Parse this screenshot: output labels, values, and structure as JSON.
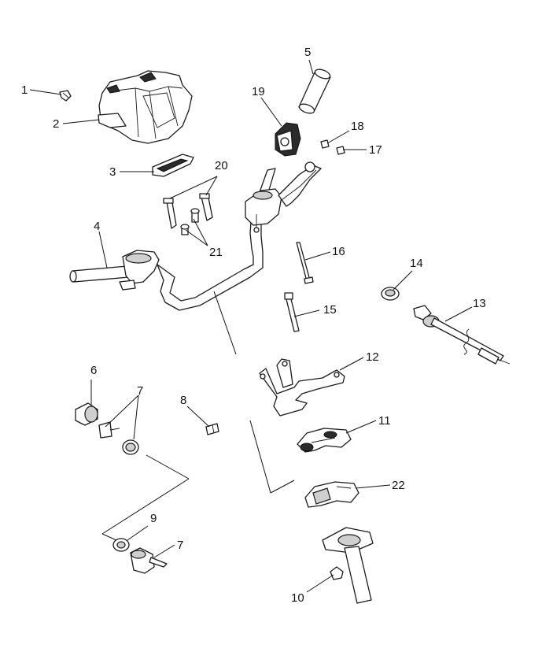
{
  "callouts": [
    {
      "id": "1",
      "label": "1"
    },
    {
      "id": "2",
      "label": "2"
    },
    {
      "id": "3",
      "label": "3"
    },
    {
      "id": "4",
      "label": "4"
    },
    {
      "id": "5",
      "label": "5"
    },
    {
      "id": "6",
      "label": "6"
    },
    {
      "id": "7a",
      "label": "7"
    },
    {
      "id": "7b",
      "label": "7"
    },
    {
      "id": "8",
      "label": "8"
    },
    {
      "id": "9",
      "label": "9"
    },
    {
      "id": "10",
      "label": "10"
    },
    {
      "id": "11",
      "label": "11"
    },
    {
      "id": "12",
      "label": "12"
    },
    {
      "id": "13",
      "label": "13"
    },
    {
      "id": "14",
      "label": "14"
    },
    {
      "id": "15",
      "label": "15"
    },
    {
      "id": "16",
      "label": "16"
    },
    {
      "id": "17",
      "label": "17"
    },
    {
      "id": "18",
      "label": "18"
    },
    {
      "id": "19",
      "label": "19"
    },
    {
      "id": "20",
      "label": "20"
    },
    {
      "id": "21",
      "label": "21"
    },
    {
      "id": "22",
      "label": "22"
    }
  ],
  "colors": {
    "line": "#1a1a1a",
    "fill": "#ffffff",
    "shade": "#cfcfcf",
    "dark": "#2b2b2b"
  }
}
